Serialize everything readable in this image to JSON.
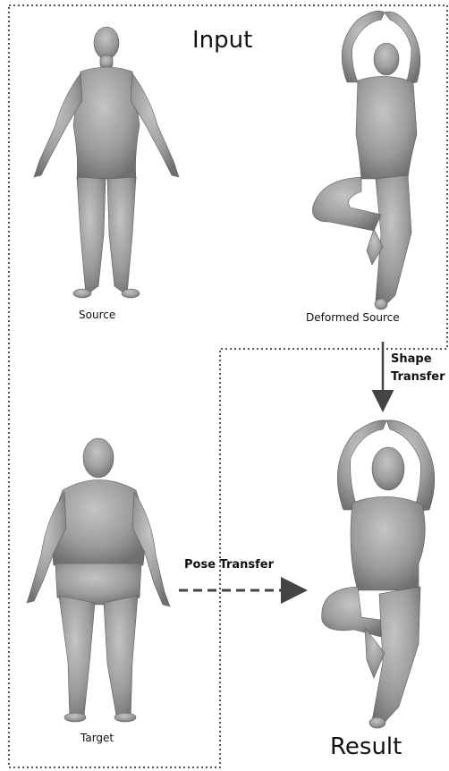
{
  "title_input": "Input",
  "title_result": "Result",
  "figures": {
    "source": "Source",
    "deformed_source": "Deformed Source",
    "target": "Target"
  },
  "arrows": {
    "shape_transfer_line1": "Shape",
    "shape_transfer_line2": "Transfer",
    "pose_transfer": "Pose Transfer"
  },
  "colors": {
    "body_fill": "#9b9b9b",
    "body_shade": "#7a7a7a",
    "dotted_border": "#555555",
    "arrow": "#444444"
  }
}
